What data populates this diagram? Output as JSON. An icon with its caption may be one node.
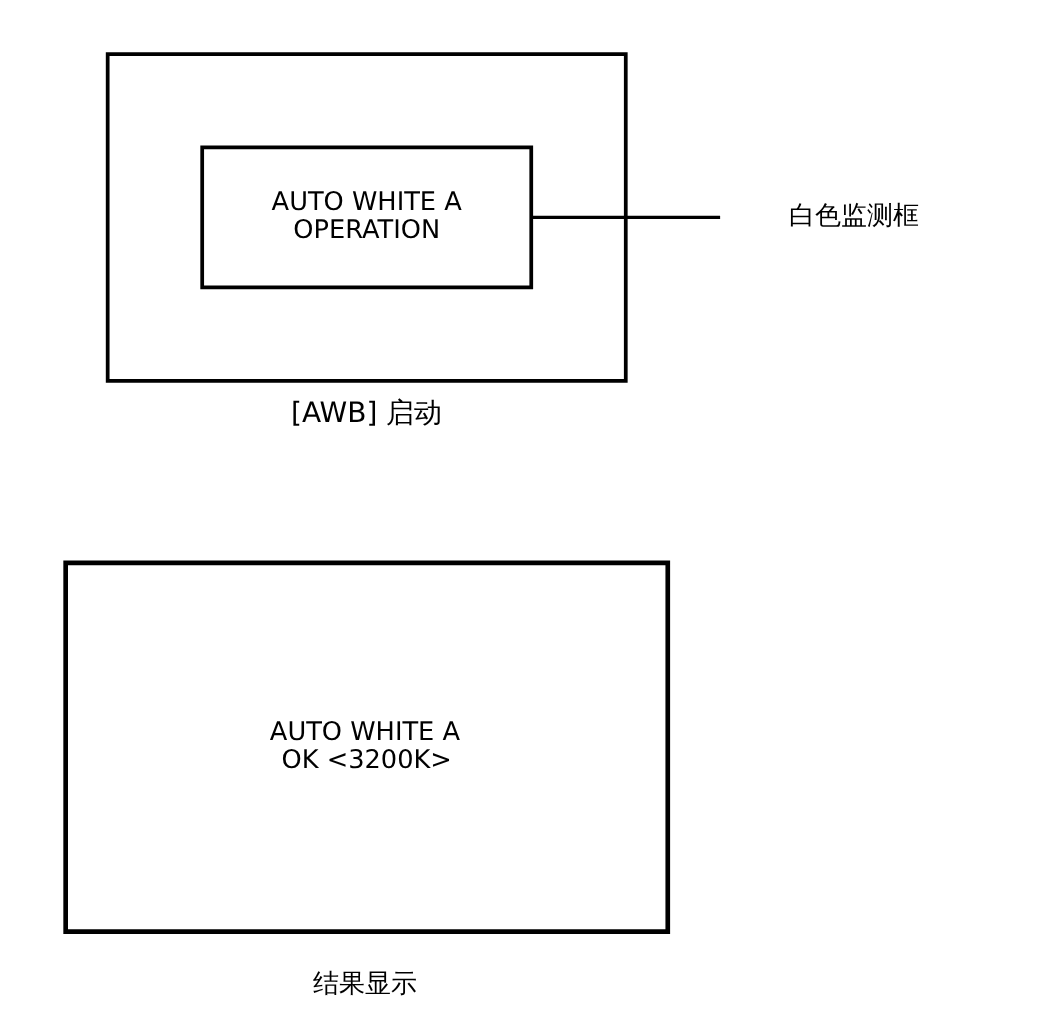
{
  "diagram": {
    "nodes": [
      {
        "text": [],
        "shape": "box",
        "beside": [
          "[AWB] 启动"
        ]
      },
      {
        "text": [
          "AUTO WHITE A OPERATION"
        ],
        "in": 0
      },
      {
        "text": [
          "白色监测框"
        ]
      },
      {
        "text": [
          "AUTO WHITE A OK <3200K>"
        ],
        "beside": [
          "结果显示"
        ]
      }
    ],
    "edges": [
      {
        "from": 2,
        "to": 1,
        "arrow": "none"
      }
    ]
  }
}
